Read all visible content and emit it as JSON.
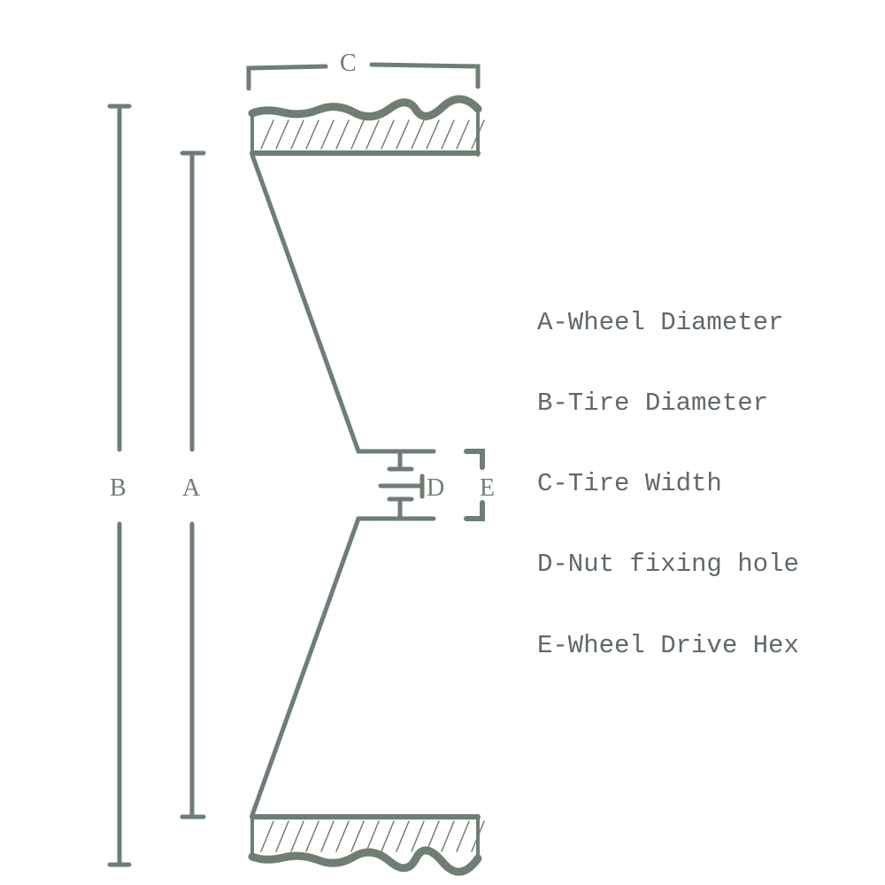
{
  "dimension_labels": {
    "a": "A",
    "b": "B",
    "c": "C",
    "d": "D",
    "e": "E"
  },
  "legend": [
    "A-Wheel Diameter",
    "B-Tire Diameter",
    "C-Tire Width",
    "D-Nut fixing hole",
    "E-Wheel Drive Hex"
  ],
  "colors": {
    "line": "#6f7e73"
  }
}
